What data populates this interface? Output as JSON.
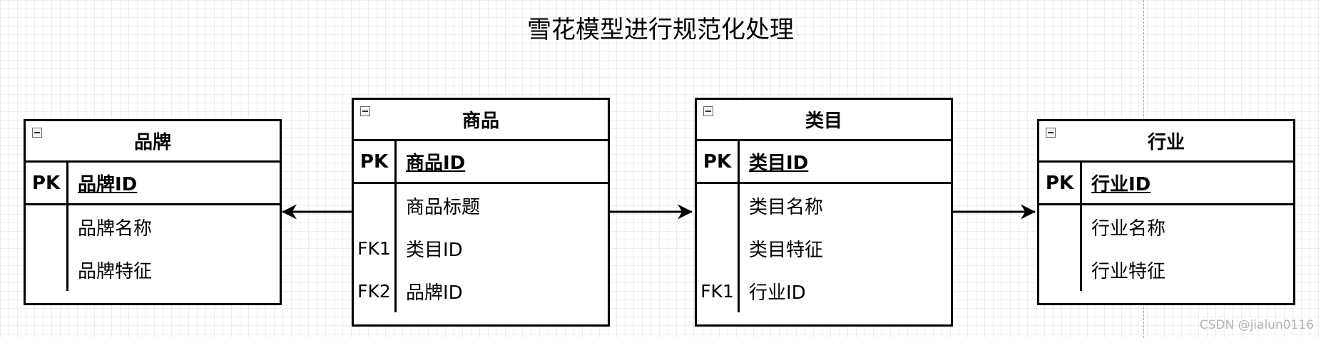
{
  "title": "雪花模型进行规范化处理",
  "watermark": "CSDN @jialun0116",
  "tables": {
    "brand": {
      "name": "品牌",
      "pk_key": "PK",
      "pk_field": "品牌ID",
      "fields": [
        {
          "key": "",
          "name": "品牌名称"
        },
        {
          "key": "",
          "name": "品牌特征"
        }
      ]
    },
    "product": {
      "name": "商品",
      "pk_key": "PK",
      "pk_field": "商品ID",
      "fields": [
        {
          "key": "",
          "name": "商品标题"
        },
        {
          "key": "FK1",
          "name": "类目ID"
        },
        {
          "key": "FK2",
          "name": "品牌ID"
        }
      ]
    },
    "category": {
      "name": "类目",
      "pk_key": "PK",
      "pk_field": "类目ID",
      "fields": [
        {
          "key": "",
          "name": "类目名称"
        },
        {
          "key": "",
          "name": "类目特征"
        },
        {
          "key": "FK1",
          "name": "行业ID"
        }
      ]
    },
    "industry": {
      "name": "行业",
      "pk_key": "PK",
      "pk_field": "行业ID",
      "fields": [
        {
          "key": "",
          "name": "行业名称"
        },
        {
          "key": "",
          "name": "行业特征"
        }
      ]
    }
  },
  "relations": [
    {
      "from": "product",
      "to": "brand"
    },
    {
      "from": "product",
      "to": "category"
    },
    {
      "from": "category",
      "to": "industry"
    }
  ]
}
